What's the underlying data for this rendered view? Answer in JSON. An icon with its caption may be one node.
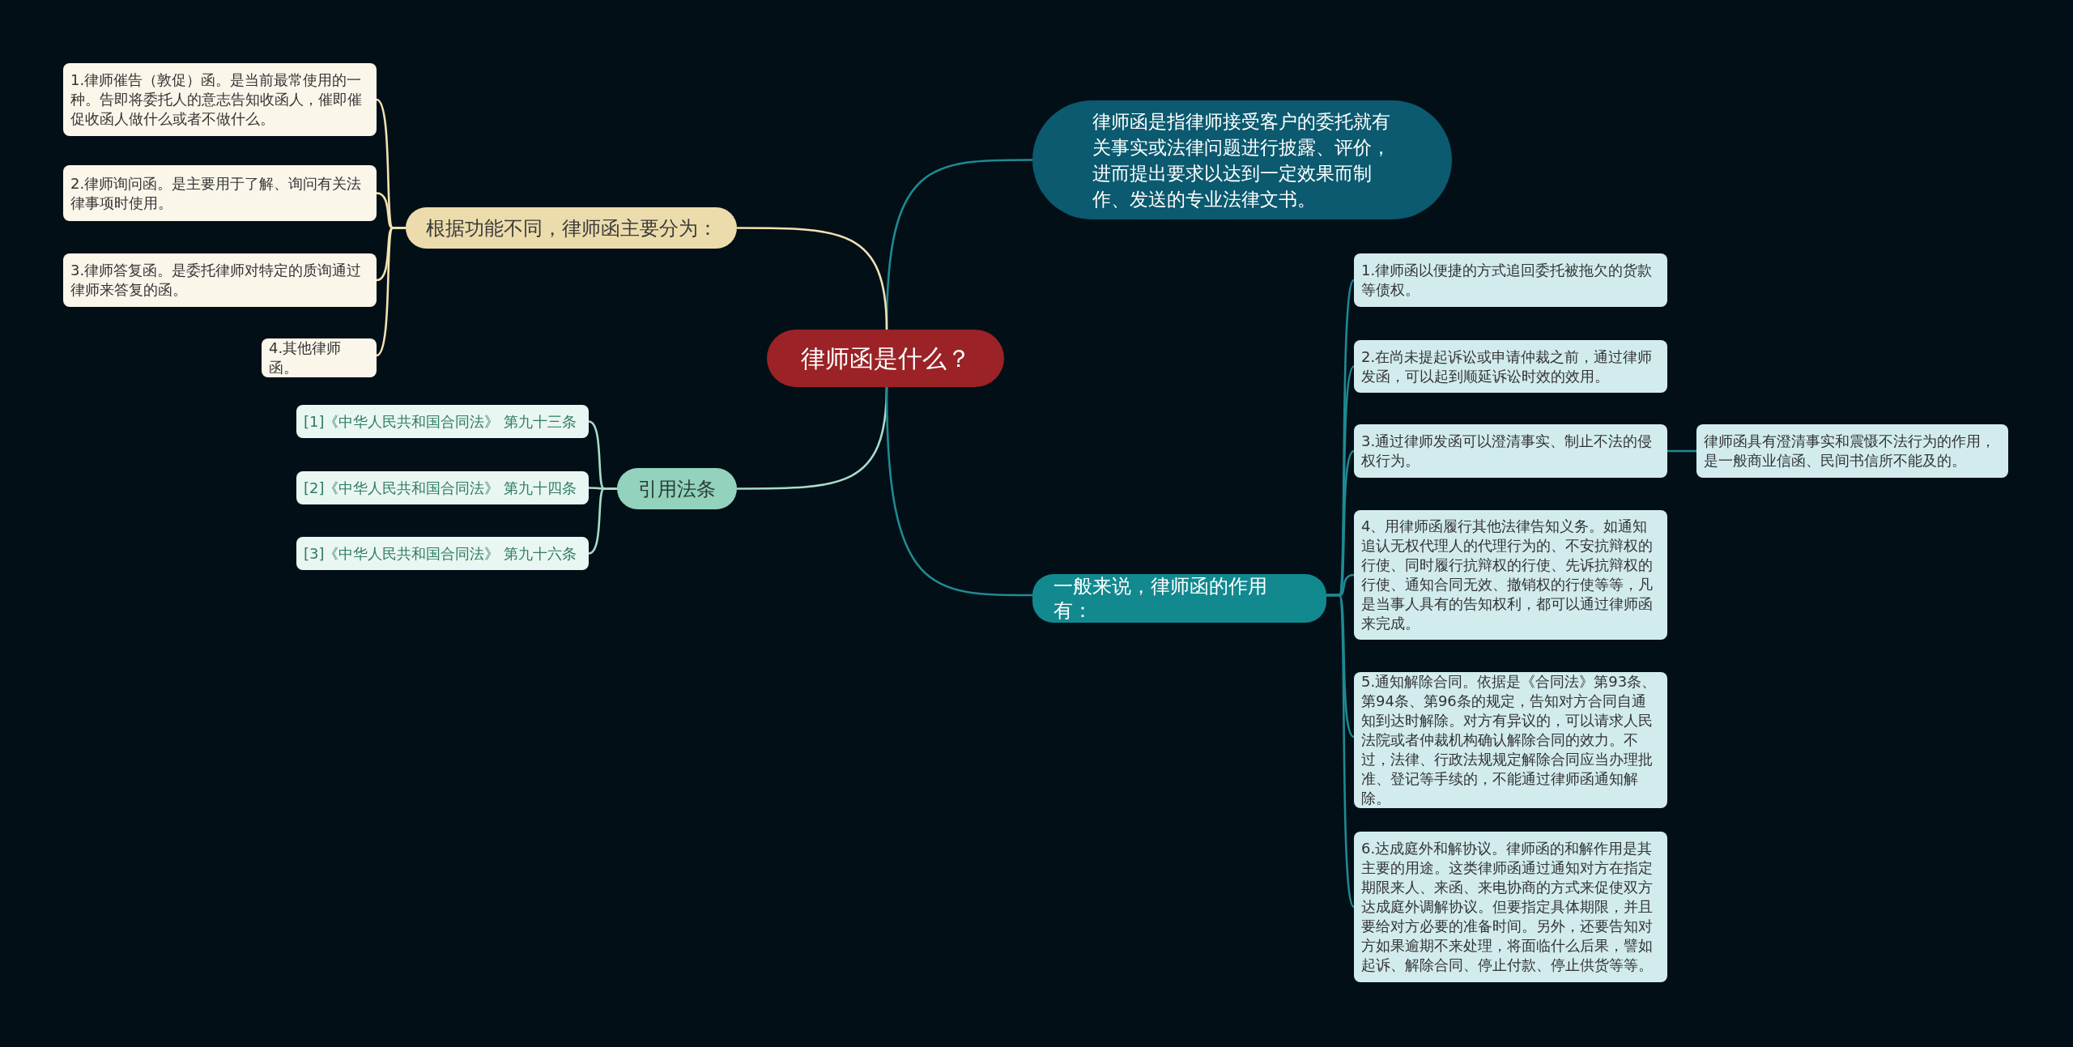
{
  "diagram": {
    "nodes": [
      {
        "text": [
          "律师函是什么？"
        ]
      },
      {
        "text": [
          "律师函是指律师接受客户的委托就有关事实或法律问题进行披露、评价，进而提出要求以达到一定效果而制作、发送的专业法律文书。"
        ]
      },
      {
        "text": [
          "根据功能不同，律师函主要分为："
        ]
      },
      {
        "text": [
          "1.律师催告（敦促）函。是当前最常使用的一种。告即将委托人的意志告知收函人，催即催促收函人做什么或者不做什么。"
        ]
      },
      {
        "text": [
          "2.律师询问函。是主要用于了解、询问有关法律事项时使用。"
        ]
      },
      {
        "text": [
          "3.律师答复函。是委托律师对特定的质询通过律师来答复的函。"
        ]
      },
      {
        "text": [
          "4.其他律师函。"
        ]
      },
      {
        "text": [
          "引用法条"
        ]
      },
      {
        "text": [
          "[1]《中华人民共和国合同法》 第九十三条"
        ]
      },
      {
        "text": [
          "[2]《中华人民共和国合同法》 第九十四条"
        ]
      },
      {
        "text": [
          "[3]《中华人民共和国合同法》 第九十六条"
        ]
      },
      {
        "text": [
          "一般来说，律师函的作用有："
        ]
      },
      {
        "text": [
          "1.律师函以便捷的方式追回委托被拖欠的货款等债权。"
        ]
      },
      {
        "text": [
          "2.在尚未提起诉讼或申请仲裁之前，通过律师发函，可以起到顺延诉讼时效的效用。"
        ]
      },
      {
        "text": [
          "3.通过律师发函可以澄清事实、制止不法的侵权行为。"
        ]
      },
      {
        "text": [
          "4、用律师函履行其他法律告知义务。如通知追认无权代理人的代理行为的、不安抗辩权的行使、同时履行抗辩权的行使、先诉抗辩权的行使、通知合同无效、撤销权的行使等等，凡是当事人具有的告知权利，都可以通过律师函来完成。"
        ]
      },
      {
        "text": [
          "5.通知解除合同。依据是《合同法》第93条、第94条、第96条的规定，告知对方合同自通知到达时解除。对方有异议的，可以请求人民法院或者仲裁机构确认解除合同的效力。不过，法律、行政法规规定解除合同应当办理批准、登记等手续的，不能通过律师函通知解除。"
        ]
      },
      {
        "text": [
          "6.达成庭外和解协议。律师函的和解作用是其主要的用途。这类律师函通过通知对方在指定期限来人、来函、来电协商的方式来促使双方达成庭外调解协议。但要指定具体期限，并且要给对方必要的准备时间。另外，还要告知对方如果逾期不来处理，将面临什么后果，譬如起诉、解除合同、停止付款、停止供货等等。"
        ]
      },
      {
        "text": [
          "律师函具有澄清事实和震慑不法行为的作用，是一般商业信函、民间书信所不能及的。"
        ]
      }
    ],
    "edges": [
      {
        "from": 0,
        "to": 1,
        "arrow": "none"
      },
      {
        "from": 0,
        "to": 2,
        "arrow": "none",
        "color": "#f2e2b2"
      },
      {
        "from": 2,
        "to": 3,
        "arrow": "none",
        "color": "#f2e2b2"
      },
      {
        "from": 2,
        "to": 4,
        "arrow": "none",
        "color": "#f2e2b2"
      },
      {
        "from": 2,
        "to": 5,
        "arrow": "none",
        "color": "#f2e2b2"
      },
      {
        "from": 2,
        "to": 6,
        "arrow": "none",
        "color": "#f2e2b2"
      },
      {
        "from": 0,
        "to": 7,
        "arrow": "none",
        "color": "#a8dcc8"
      },
      {
        "from": 7,
        "to": 8,
        "arrow": "none",
        "color": "#a8dcc8"
      },
      {
        "from": 7,
        "to": 9,
        "arrow": "none",
        "color": "#a8dcc8"
      },
      {
        "from": 7,
        "to": 10,
        "arrow": "none",
        "color": "#a8dcc8"
      },
      {
        "from": 0,
        "to": 11,
        "arrow": "none"
      },
      {
        "from": 11,
        "to": 12,
        "arrow": "none"
      },
      {
        "from": 11,
        "to": 13,
        "arrow": "none"
      },
      {
        "from": 11,
        "to": 14,
        "arrow": "none"
      },
      {
        "from": 11,
        "to": 15,
        "arrow": "none"
      },
      {
        "from": 11,
        "to": 16,
        "arrow": "none"
      },
      {
        "from": 11,
        "to": 17,
        "arrow": "none"
      },
      {
        "from": 14,
        "to": 18,
        "arrow": "none"
      }
    ]
  }
}
